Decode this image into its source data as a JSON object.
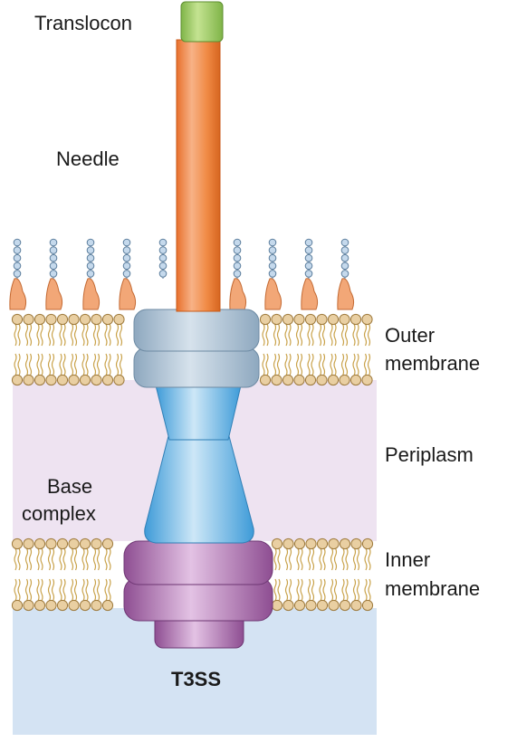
{
  "labels": {
    "translocon": "Translocon",
    "needle": "Needle",
    "outer_membrane_1": "Outer",
    "outer_membrane_2": "membrane",
    "periplasm": "Periplasm",
    "base_complex_1": "Base",
    "base_complex_2": "complex",
    "inner_membrane_1": "Inner",
    "inner_membrane_2": "membrane",
    "t3ss": "T3SS"
  },
  "colors": {
    "periplasm": "#eee3f1",
    "cytoplasm": "#d4e3f3",
    "lipid_head": "#e9cfa2",
    "lipid_tail": "#c9a24a",
    "lps_sugar": "#c5d9ec",
    "lps_core": "#f2a777",
    "needle": "#f08a45",
    "translocon": "#93c65a",
    "outer_ring": "#a9bfd2",
    "base_blue": "#68b4e6",
    "inner_ring": "#a66ba9"
  }
}
